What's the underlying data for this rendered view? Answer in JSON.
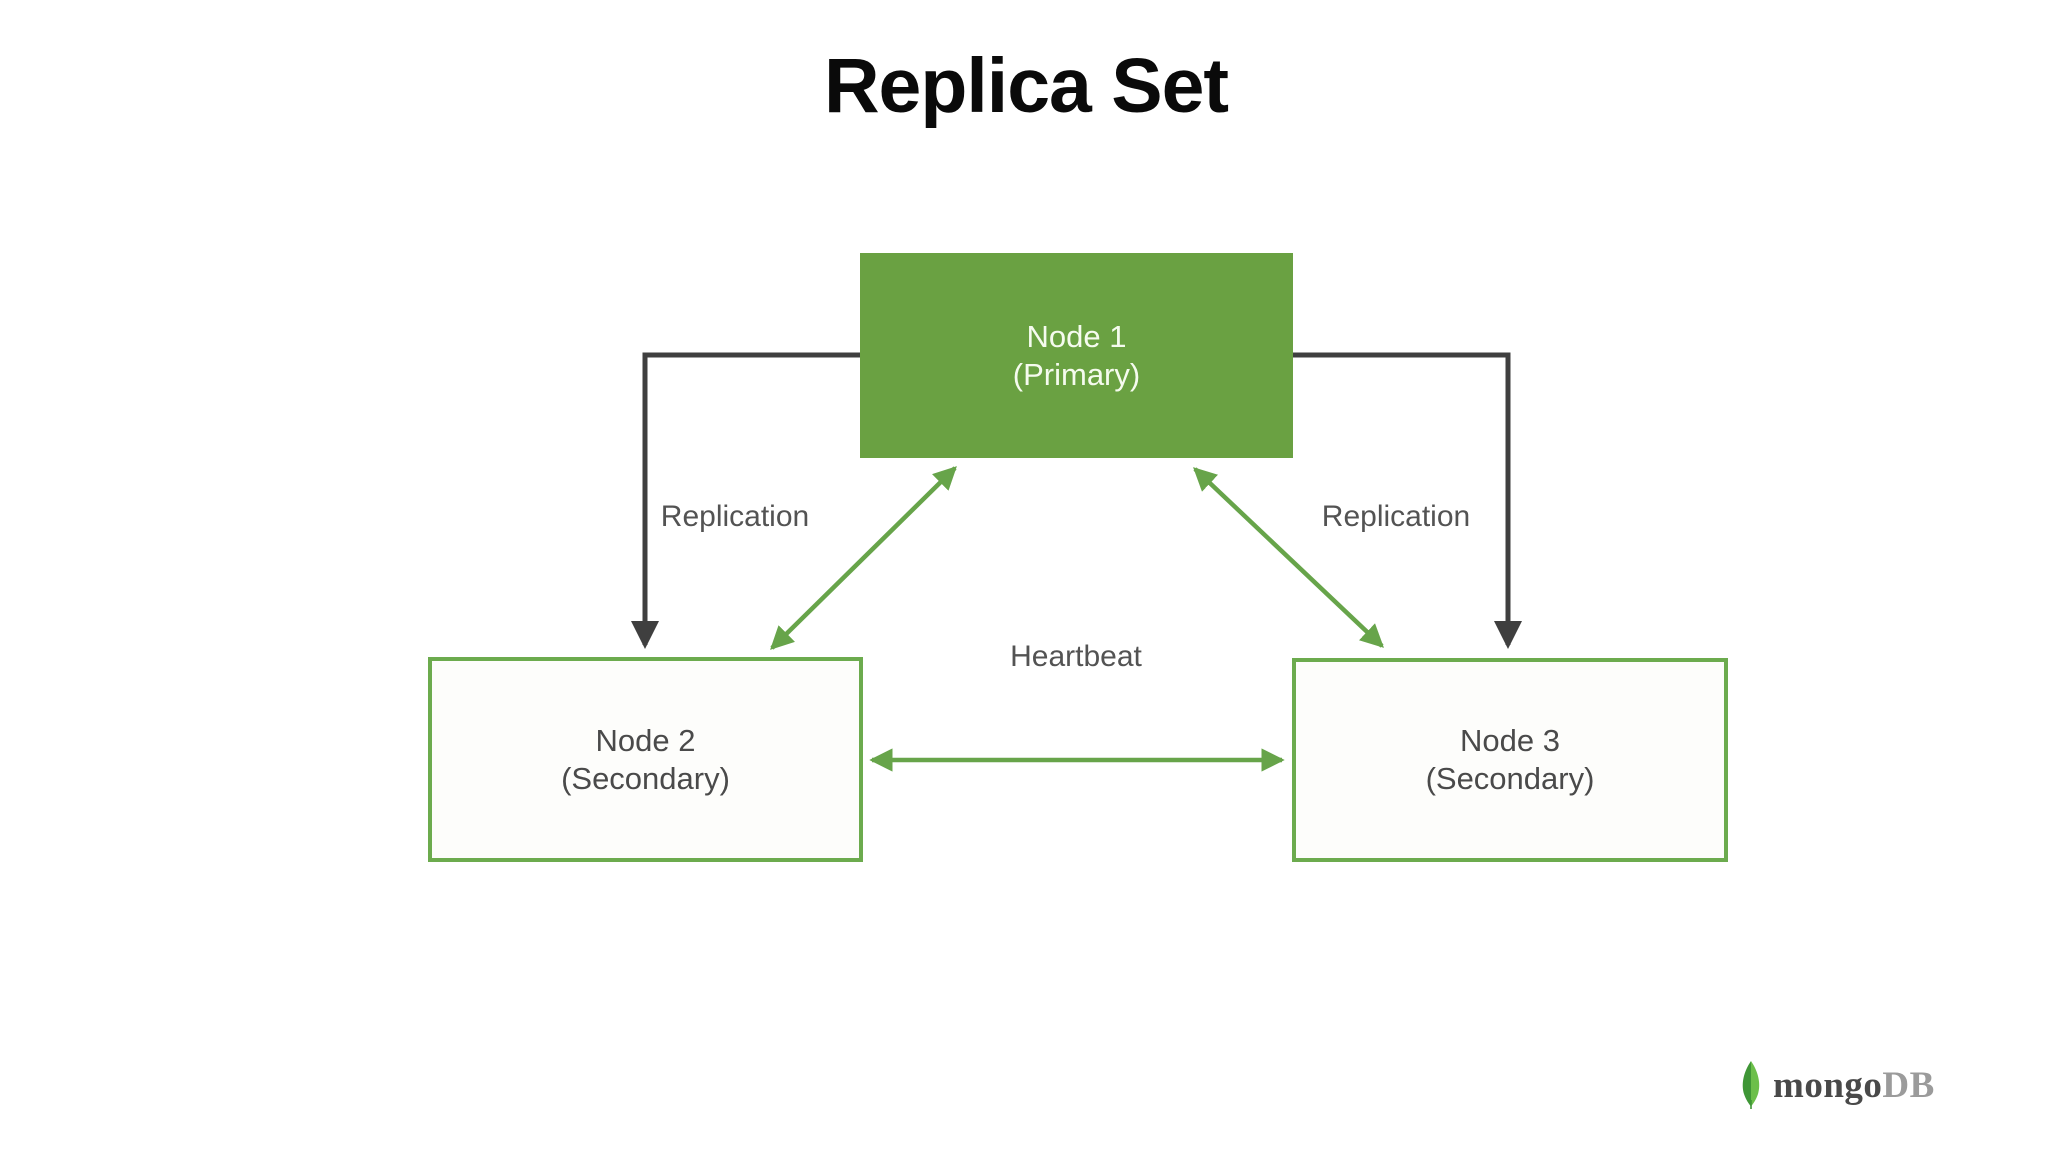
{
  "title": "Replica Set",
  "nodes": {
    "primary": {
      "line1": "Node 1",
      "line2": "(Primary)"
    },
    "secondary2": {
      "line1": "Node 2",
      "line2": "(Secondary)"
    },
    "secondary3": {
      "line1": "Node 3",
      "line2": "(Secondary)"
    }
  },
  "labels": {
    "replication_left": "Replication",
    "replication_right": "Replication",
    "heartbeat": "Heartbeat"
  },
  "logo": {
    "mongo": "mongo",
    "db": "DB"
  },
  "colors": {
    "primary_fill": "#6aa142",
    "box_border": "#6cab4e",
    "box_text": "#4a4a4a",
    "arrow_green": "#67a44a",
    "arrow_dark": "#3f3f3f",
    "label_text": "#535353",
    "title_text": "#0a0a0a",
    "logo_mongo": "#494949",
    "logo_db": "#9b9b9b",
    "leaf_green_dark": "#3f9636",
    "leaf_green_light": "#6cbf4a"
  }
}
